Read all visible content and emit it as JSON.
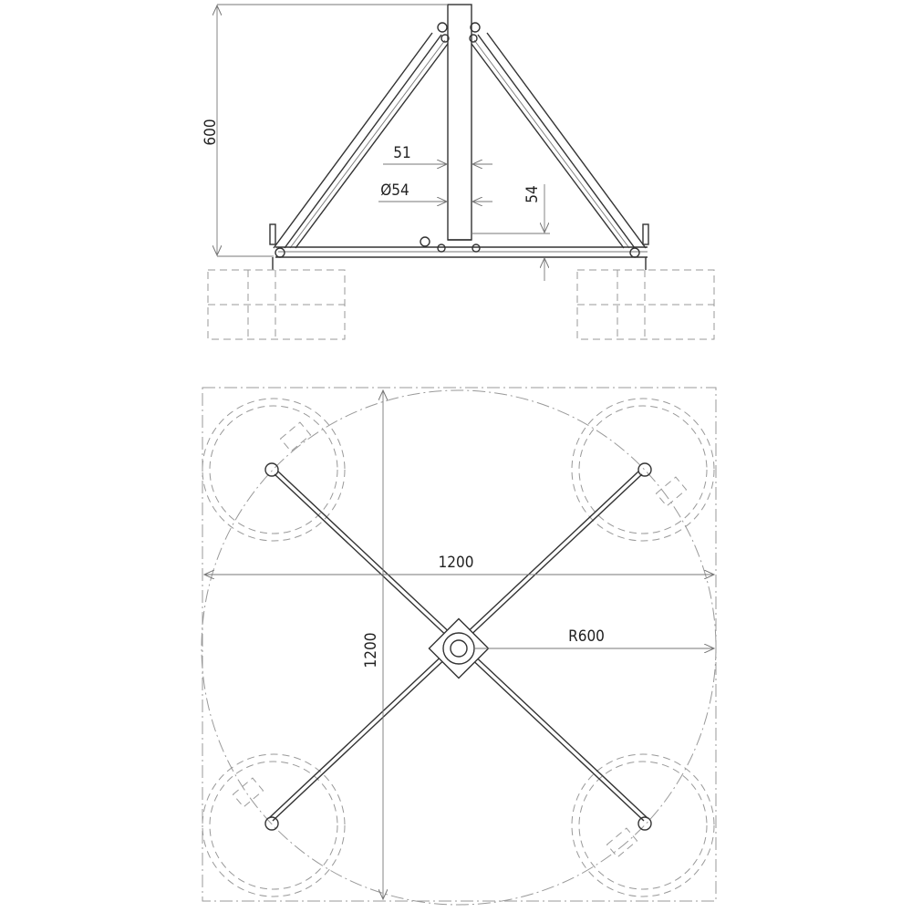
{
  "side_view": {
    "height_label": "600",
    "pole_width_label": "51",
    "pole_diameter_label": "Ø54",
    "beam_height_label": "54"
  },
  "top_view": {
    "width_label": "1200",
    "depth_label": "1200",
    "radius_label": "R600"
  }
}
